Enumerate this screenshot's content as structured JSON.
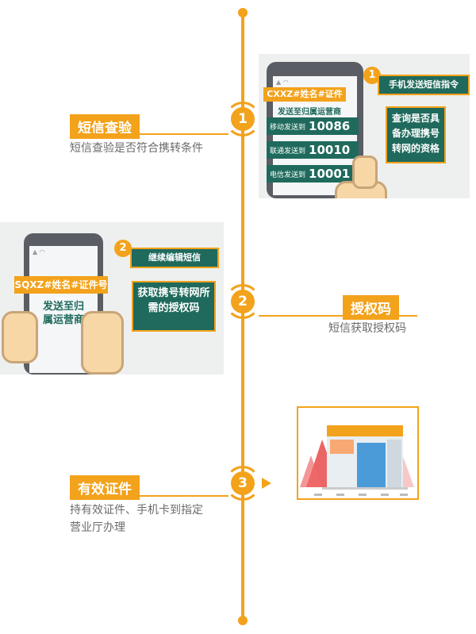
{
  "colors": {
    "accent": "#f3a21b",
    "teal": "#1f6a5d",
    "text": "#6b6b6b"
  },
  "steps": [
    {
      "number": "1",
      "title": "短信查验",
      "desc": "短信查验是否符合携转条件",
      "image": {
        "sms_text": "CXXZ#姓名#证件号码",
        "send_to": "发送至归属运营商",
        "carriers": [
          {
            "label": "移动发送到",
            "number": "10086"
          },
          {
            "label": "联通发送到",
            "number": "10010"
          },
          {
            "label": "电信发送到",
            "number": "10001"
          }
        ],
        "callout_number": "1",
        "callout_title": "手机发送短信指令",
        "callout_body": "查询是否具备办理携号转网的资格"
      }
    },
    {
      "number": "2",
      "title": "授权码",
      "desc": "短信获取授权码",
      "image": {
        "sms_text": "SQXZ#姓名#证件号码",
        "send_to": "发送至归属运营商",
        "callout_number": "2",
        "callout_title": "继续编辑短信",
        "callout_body": "获取携号转网所需的授权码"
      }
    },
    {
      "number": "3",
      "title": "有效证件",
      "desc_lines": [
        "持有效证件、手机卡到指定",
        "营业厅办理"
      ]
    }
  ]
}
